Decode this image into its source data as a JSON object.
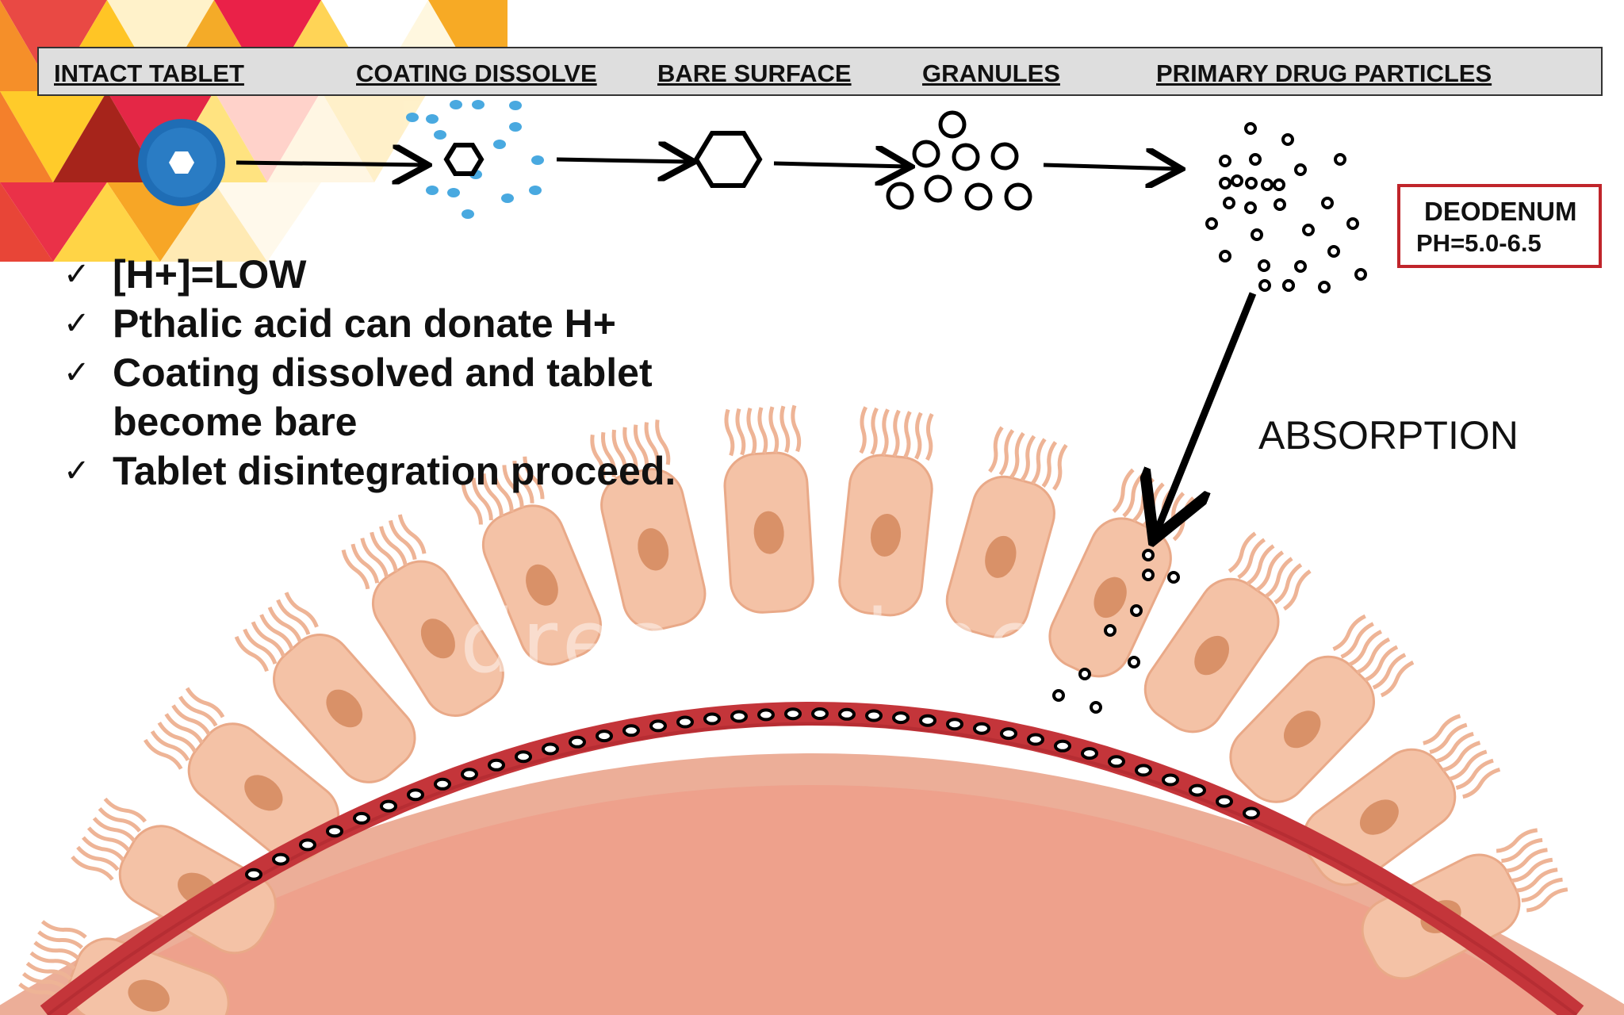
{
  "stages": [
    {
      "label": "INTACT TABLET"
    },
    {
      "label": "COATING DISSOLVE"
    },
    {
      "label": "BARE SURFACE"
    },
    {
      "label": "GRANULES"
    },
    {
      "label": "PRIMARY DRUG PARTICLES"
    }
  ],
  "bullets": [
    {
      "text": "[H+]=LOW"
    },
    {
      "text": "Pthalic acid can donate H+"
    },
    {
      "text": "Coating dissolved and tablet become bare"
    },
    {
      "text": "Tablet disintegration proceed."
    }
  ],
  "region": {
    "name": "DEODENUM",
    "ph": "PH=5.0-6.5"
  },
  "absorption_label": "ABSORPTION",
  "watermark": "dreamstime",
  "icons": {
    "check": "check-mark-icon",
    "tablet": "coated-tablet-icon",
    "arrow": "right-arrow-icon"
  },
  "colors": {
    "coating_blue": "#1f6db5",
    "coating_flakes": "#49a9e0",
    "cell": "#f4c2a6",
    "nucleus": "#d99168",
    "vessel": "#c4353a",
    "tissue": "#ecae98",
    "box_border": "#c0252b"
  }
}
